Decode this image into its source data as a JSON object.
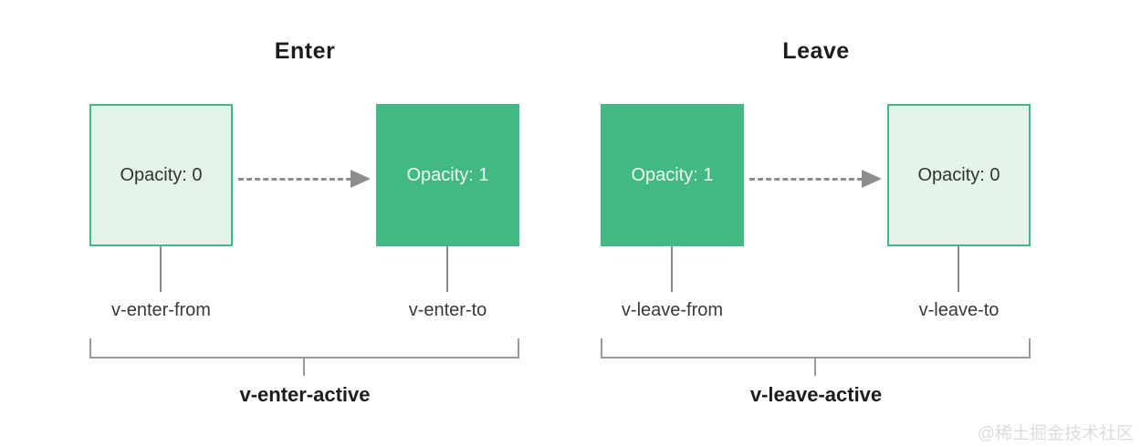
{
  "diagram": {
    "watermark": "@稀土掘金技术社区",
    "colors": {
      "solid_green": "#42b883",
      "light_green_fill": "#e4f4ea",
      "green_border": "#42b883",
      "arrow_gray": "#8d8d8d",
      "bracket_gray": "#999999"
    },
    "sections": [
      {
        "title": "Enter",
        "from_box": {
          "text": "Opacity: 0",
          "variant": "light",
          "label": "v-enter-from"
        },
        "to_box": {
          "text": "Opacity: 1",
          "variant": "solid",
          "label": "v-enter-to"
        },
        "active_label": "v-enter-active"
      },
      {
        "title": "Leave",
        "from_box": {
          "text": "Opacity: 1",
          "variant": "solid",
          "label": "v-leave-from"
        },
        "to_box": {
          "text": "Opacity: 0",
          "variant": "light",
          "label": "v-leave-to"
        },
        "active_label": "v-leave-active"
      }
    ]
  }
}
